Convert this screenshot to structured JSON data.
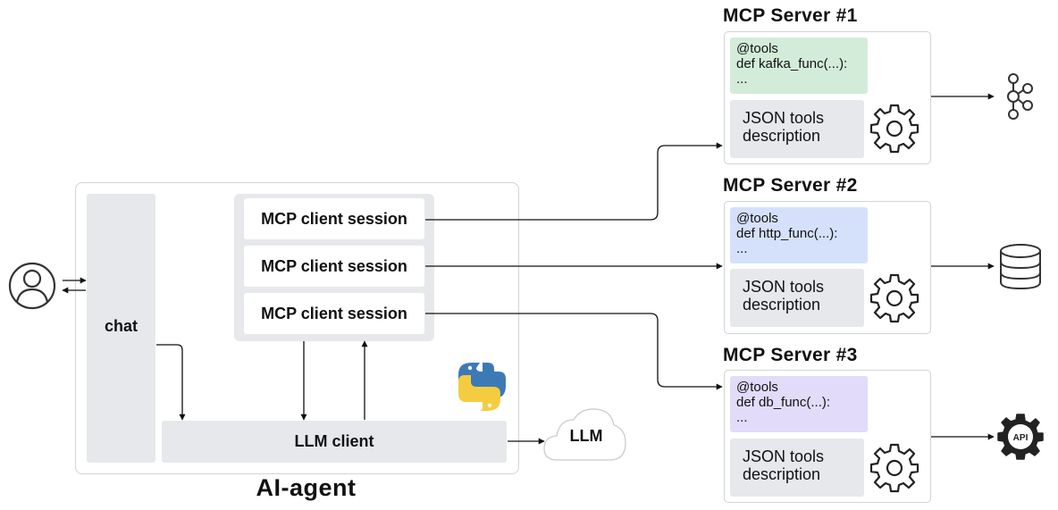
{
  "agent": {
    "title": "AI-agent",
    "chat_label": "chat",
    "sessions": [
      "MCP client session",
      "MCP client session",
      "MCP client session"
    ],
    "llm_client_label": "LLM client"
  },
  "llm": {
    "label": "LLM"
  },
  "servers": [
    {
      "title": "MCP Server #1",
      "code": [
        "@tools",
        " def kafka_func(...):",
        " ..."
      ],
      "json_label": [
        "JSON tools",
        "description"
      ],
      "code_color": "#d3ecd9",
      "target_icon": "kafka-icon"
    },
    {
      "title": "MCP Server #2",
      "code": [
        "@tools",
        "  def http_func(...):",
        "  ..."
      ],
      "json_label": [
        "JSON tools",
        "description"
      ],
      "code_color": "#d5e1fb",
      "target_icon": "database-icon"
    },
    {
      "title": "MCP Server #3",
      "code": [
        "@tools",
        " def db_func(...):",
        " ..."
      ],
      "json_label": [
        "JSON tools",
        "description"
      ],
      "code_color": "#e2dbfa",
      "target_icon": "api-gear-icon"
    }
  ],
  "api_icon_label": "API",
  "colors": {
    "panel": "#e6e8ec",
    "border": "#cfd3d8",
    "line": "#111111",
    "python_blue": "#3d7ab5",
    "python_yellow": "#f5cc3f"
  }
}
